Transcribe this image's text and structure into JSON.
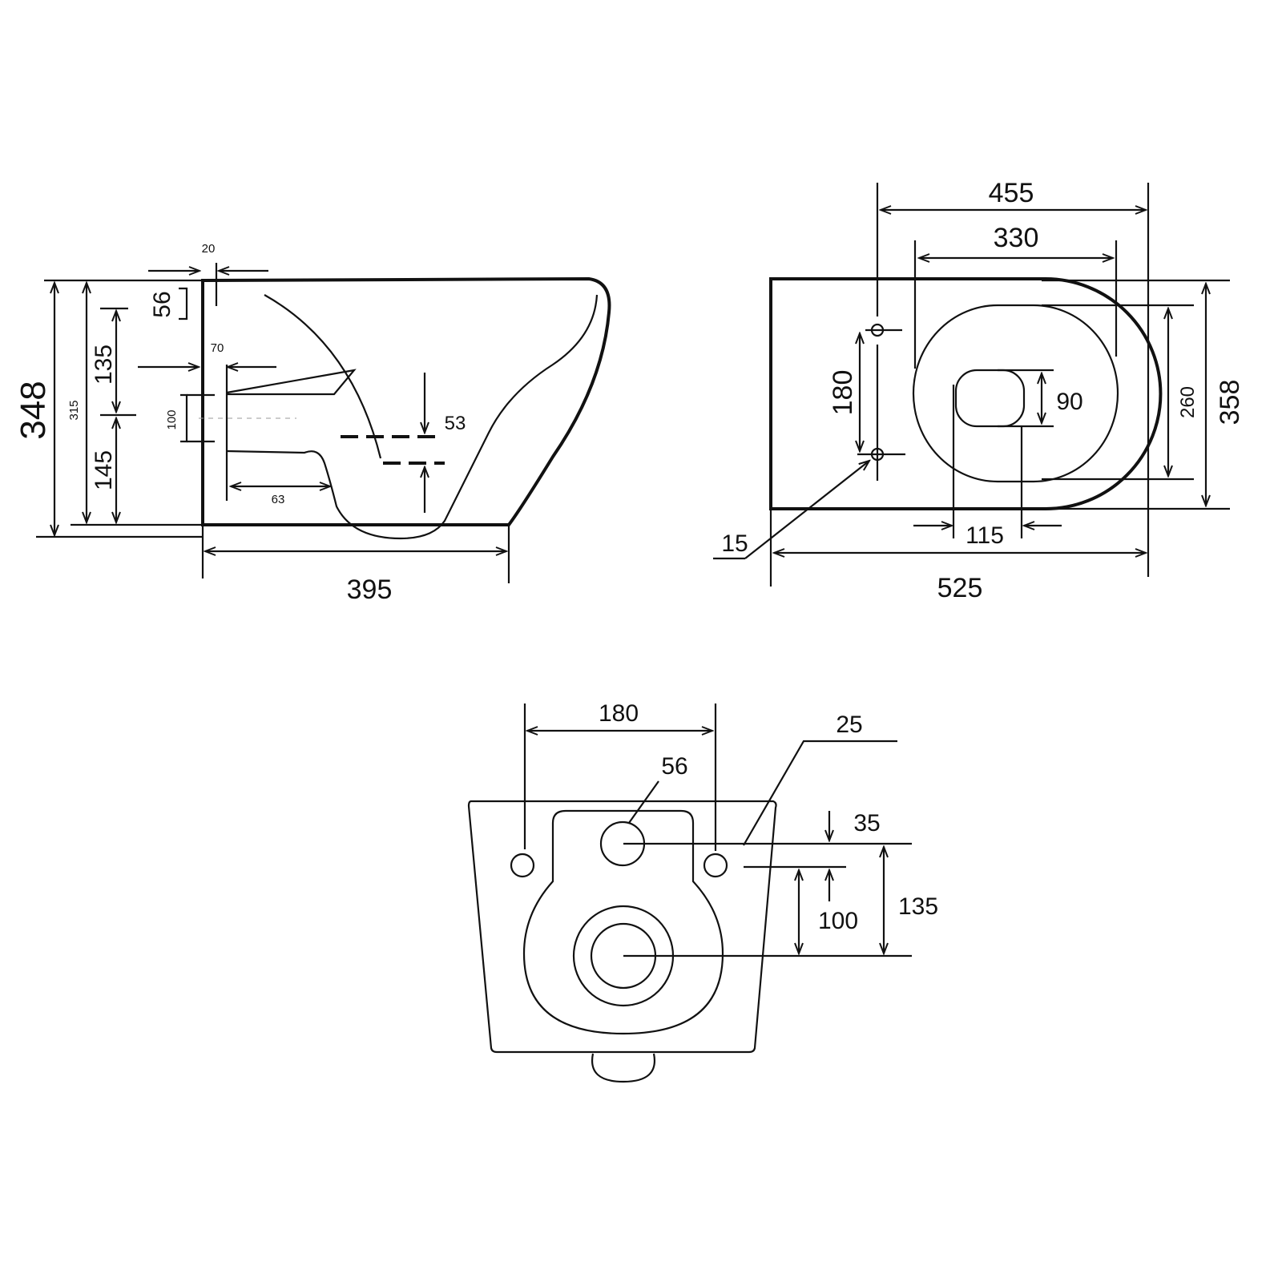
{
  "side_view": {
    "height_total": "348",
    "height_inner": "315",
    "dim_135": "135",
    "dim_145": "145",
    "dim_56": "56",
    "dim_20": "20",
    "dim_70": "70",
    "dim_100": "100",
    "dim_63": "63",
    "dim_53": "53",
    "length": "395"
  },
  "top_view": {
    "dim_455": "455",
    "dim_330": "330",
    "dim_358": "358",
    "dim_260": "260",
    "dim_90": "90",
    "dim_180": "180",
    "dim_15": "15",
    "dim_115": "115",
    "length": "525"
  },
  "rear_view": {
    "dim_180": "180",
    "dim_56": "56",
    "dim_25": "25",
    "dim_35": "35",
    "dim_100": "100",
    "dim_135": "135"
  }
}
